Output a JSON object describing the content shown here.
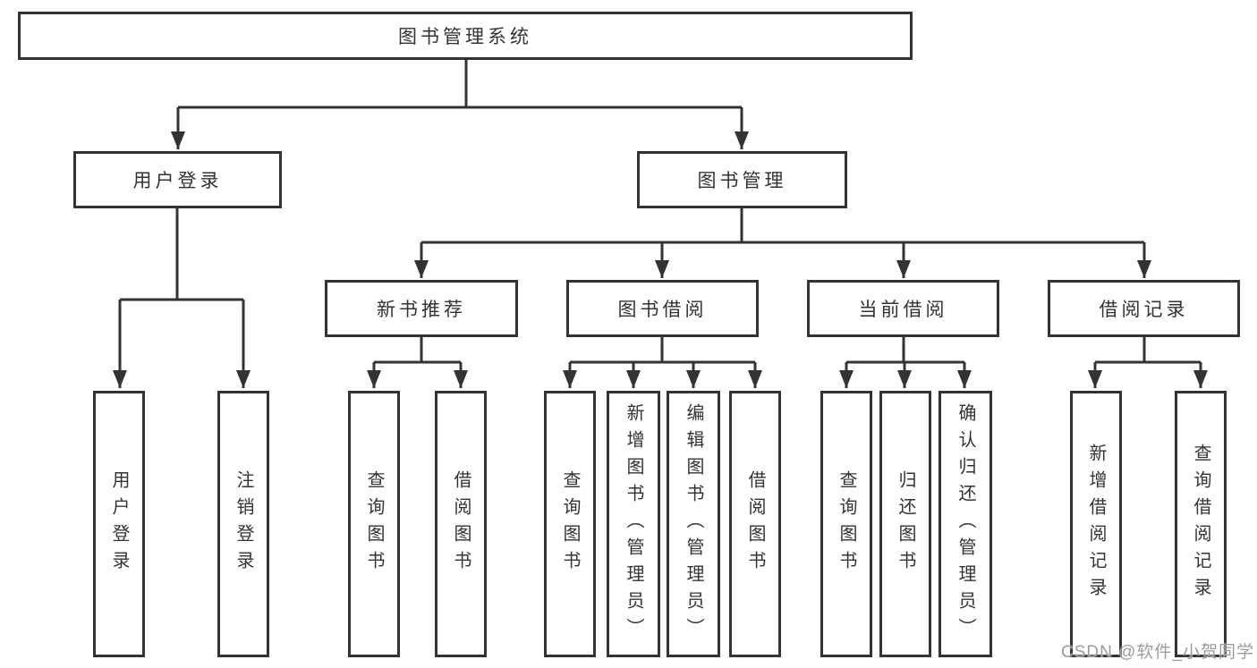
{
  "nodes": {
    "root": "图书管理系统",
    "user_login_group": "用户登录",
    "book_mgmt": "图书管理",
    "new_book_rec": "新书推荐",
    "book_borrow": "图书借阅",
    "current_borrow": "当前借阅",
    "borrow_records": "借阅记录",
    "leaf_user_login": "用户登录",
    "leaf_logout": "注销登录",
    "leaf_rec_query": "查询图书",
    "leaf_rec_borrow": "借阅图书",
    "leaf_bb_query": "查询图书",
    "leaf_bb_add": "新增图书（管理员）",
    "leaf_bb_edit": "编辑图书（管理员）",
    "leaf_bb_borrow": "借阅图书",
    "leaf_cb_query": "查询图书",
    "leaf_cb_return": "归还图书",
    "leaf_cb_confirm": "确认归还（管理员）",
    "leaf_br_add": "新增借阅记录",
    "leaf_br_query": "查询借阅记录"
  },
  "watermark": "CSDN @软件_小贺同学",
  "colors": {
    "line": "#333333",
    "text": "#333333",
    "watermark": "#9c9c9c",
    "background": "#ffffff"
  }
}
